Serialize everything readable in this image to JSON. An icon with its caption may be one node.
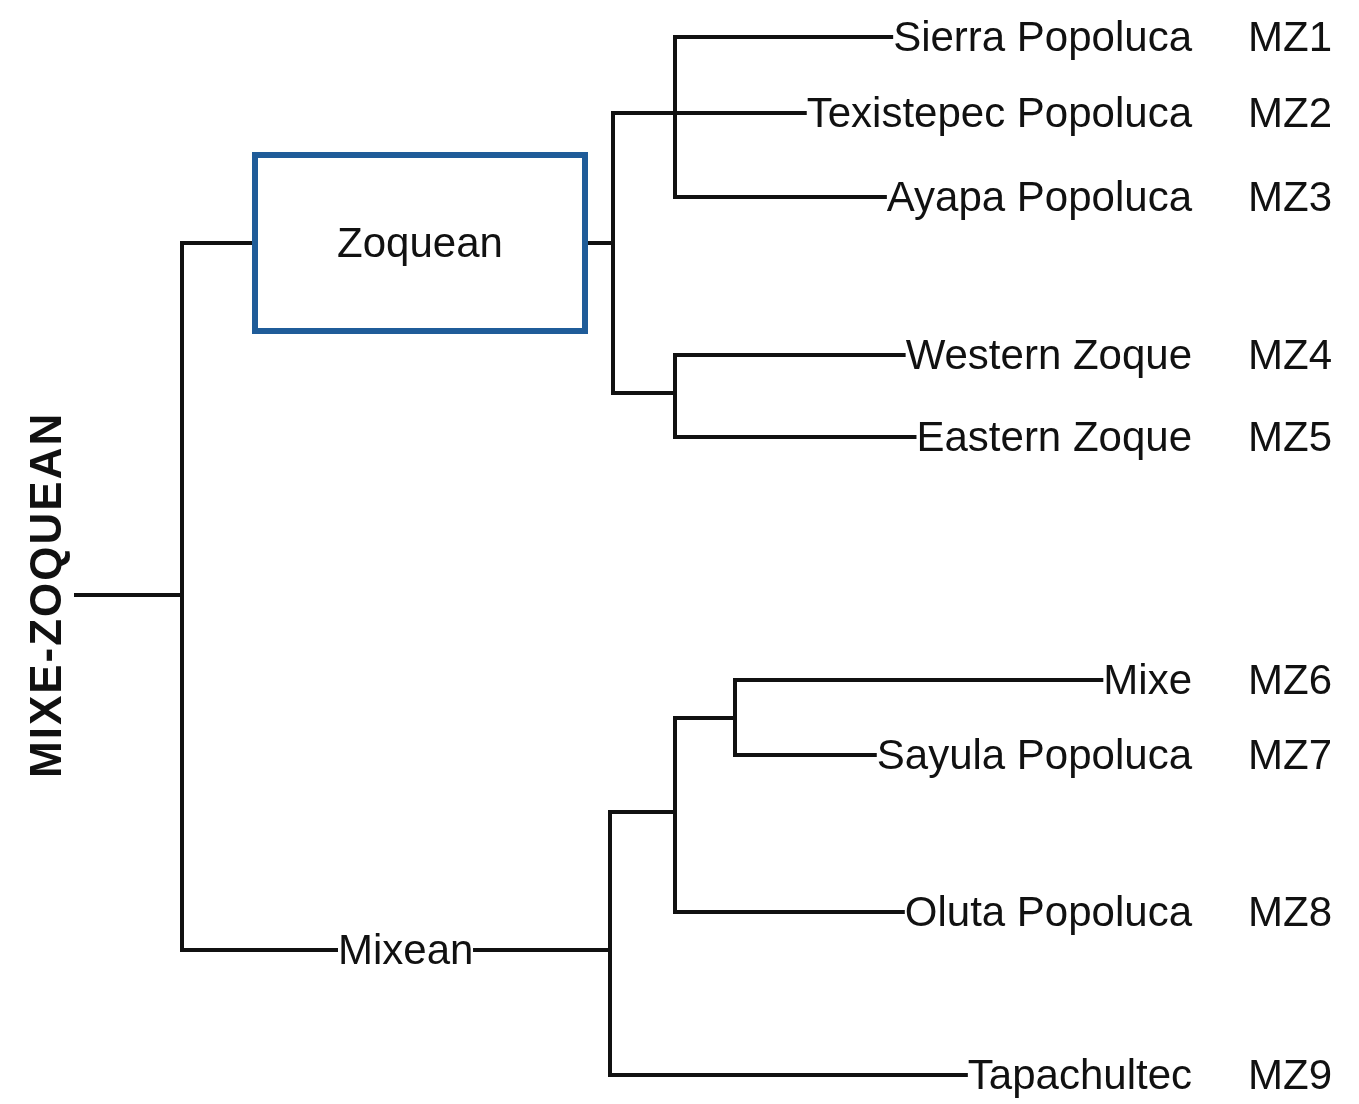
{
  "diagram": {
    "nodes": [
      {
        "text": [
          "MIXE-ZOQUEAN"
        ]
      },
      {
        "text": [
          "Zoquean"
        ]
      },
      {
        "text": [
          "Sierra Popoluca"
        ],
        "beside": [
          "MZ1"
        ]
      },
      {
        "text": [
          "Texistepec Popoluca"
        ],
        "beside": [
          "MZ2"
        ]
      },
      {
        "text": [
          "Ayapa Popoluca"
        ],
        "beside": [
          "MZ3"
        ]
      },
      {
        "text": [
          "Western Zoque"
        ],
        "beside": [
          "MZ4"
        ]
      },
      {
        "text": [
          "Eastern Zoque"
        ],
        "beside": [
          "MZ5"
        ]
      },
      {
        "text": [
          "Mixean"
        ]
      },
      {
        "text": [
          "Mixe"
        ],
        "beside": [
          "MZ6"
        ]
      },
      {
        "text": [
          "Sayula Popoluca"
        ],
        "beside": [
          "MZ7"
        ]
      },
      {
        "text": [
          "Oluta Popoluca"
        ],
        "beside": [
          "MZ8"
        ]
      },
      {
        "text": [
          "Tapachultec"
        ],
        "beside": [
          "MZ9"
        ]
      }
    ],
    "edges": [
      {
        "from": 0,
        "to": 1,
        "arrow": "none"
      },
      {
        "from": 0,
        "to": 7,
        "arrow": "none"
      },
      {
        "from": 1,
        "to": 2,
        "arrow": "none"
      },
      {
        "from": 1,
        "to": 3,
        "arrow": "none"
      },
      {
        "from": 1,
        "to": 4,
        "arrow": "none"
      },
      {
        "from": 1,
        "to": 5,
        "arrow": "none"
      },
      {
        "from": 1,
        "to": 6,
        "arrow": "none"
      },
      {
        "from": 7,
        "to": 8,
        "arrow": "none"
      },
      {
        "from": 7,
        "to": 9,
        "arrow": "none"
      },
      {
        "from": 7,
        "to": 10,
        "arrow": "none"
      },
      {
        "from": 7,
        "to": 11,
        "arrow": "none"
      }
    ]
  }
}
